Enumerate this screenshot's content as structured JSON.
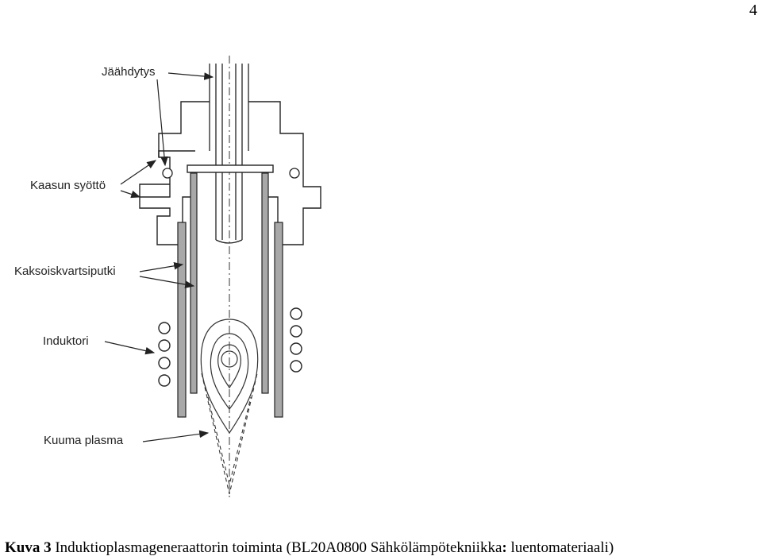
{
  "page_number": "4",
  "labels": {
    "cooling": "Jäähdytys",
    "gas_feed": "Kaasun syöttö",
    "double_quartz_tube": "Kaksoiskvartsiputki",
    "inductor": "Induktori",
    "hot_plasma": "Kuuma plasma"
  },
  "caption": {
    "prefix": "Kuva 3",
    "text": " Induktioplasmageneraattorin toiminta (BL20A0800 Sähkölämpötekniikka",
    "colon": ":",
    "suffix": " luentomateriaali)"
  }
}
